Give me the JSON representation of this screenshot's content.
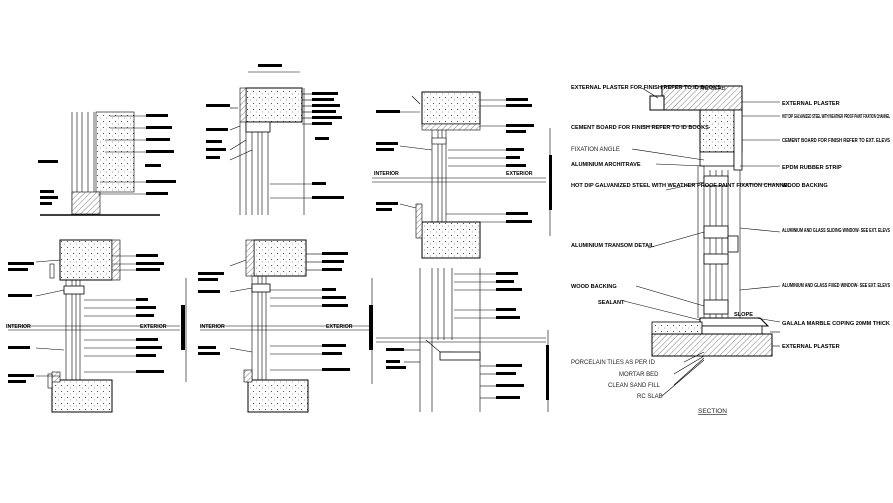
{
  "section_detail": {
    "top_labels": [
      "EXTERNAL PLASTER FOR FINISH REFER TO ID BOOKS",
      "RC SLAB",
      "EXTERNAL PLASTER",
      "HOT DIP GALVANIZED STEEL WITH WEATHER PROOF PAINT FIXATION CHANNEL",
      "CEMENT BOARD FOR FINISH REFER TO ID BOOKS",
      "CEMENT BOARD FOR FINISH REFER TO EXT. ELEVS",
      "FIXATION ANGLE",
      "ALUMINIUM ARCHITRAVE",
      "EPDM RUBBER STRIP",
      "HOT DIP GALVANIZED STEEL WITH WEATHER PROOF PAINT FIXATION CHANNEL",
      "WOOD BACKING",
      "ALUMINIUM AND GLASS SLIDING WINDOW- SEE EXT. ELEVS",
      "ALUMINIUM TRANSOM DETAIL",
      "WOOD BACKING",
      "SEALANT",
      "ALUMINIUM AND GLASS FIXED WINDOW- SEE EXT. ELEVS",
      "SLOPE",
      "GALALA MARBLE COPING 20MM THICK",
      "EXTERNAL PLASTER"
    ],
    "bottom_labels": [
      "PORCELAIN TILES AS PER ID",
      "MORTAR BED",
      "CLEAN SAND FILL",
      "RC SLAB"
    ],
    "title": "SECTION"
  },
  "small_details": {
    "interior_label": "INTERIOR",
    "exterior_label": "EXTERIOR"
  }
}
